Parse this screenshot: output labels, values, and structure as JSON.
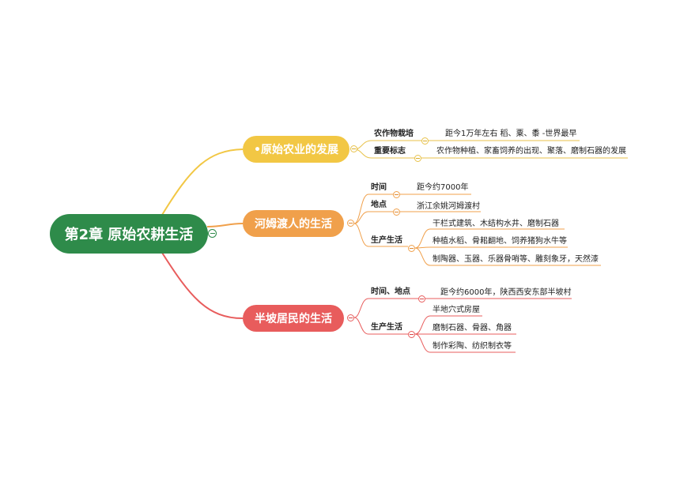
{
  "root": {
    "title": "第2章 原始农耕生活"
  },
  "branches": [
    {
      "title": "•原始农业的发展",
      "color": "#f2c744",
      "children": [
        {
          "label": "农作物栽培",
          "items": [
            "距今1万年左右 稻、粟、黍 -世界最早"
          ]
        },
        {
          "label": "重要标志",
          "items": [
            "农作物种植、家畜饲养的出现、聚落、磨制石器的发展"
          ]
        }
      ]
    },
    {
      "title": "河姆渡人的生活",
      "color": "#f0a04b",
      "children": [
        {
          "label": "时间",
          "items": [
            "距今约7000年"
          ]
        },
        {
          "label": "地点",
          "items": [
            "浙江余姚河姆渡村"
          ]
        },
        {
          "label": "生产生活",
          "items": [
            "干栏式建筑、木结构水井、磨制石器",
            "种植水稻、骨耜翻地、饲养猪狗水牛等",
            "制陶器、玉器、乐器骨哨等、雕刻象牙，天然漆"
          ]
        }
      ]
    },
    {
      "title": "半坡居民的生活",
      "color": "#e85c5c",
      "children": [
        {
          "label": "时间、地点",
          "items": [
            "距今约6000年，陕西西安东部半坡村"
          ]
        },
        {
          "label": "生产生活",
          "items": [
            "半地穴式房屋",
            "磨制石器、骨器、角器",
            "制作彩陶、纺织制衣等"
          ]
        }
      ]
    }
  ]
}
